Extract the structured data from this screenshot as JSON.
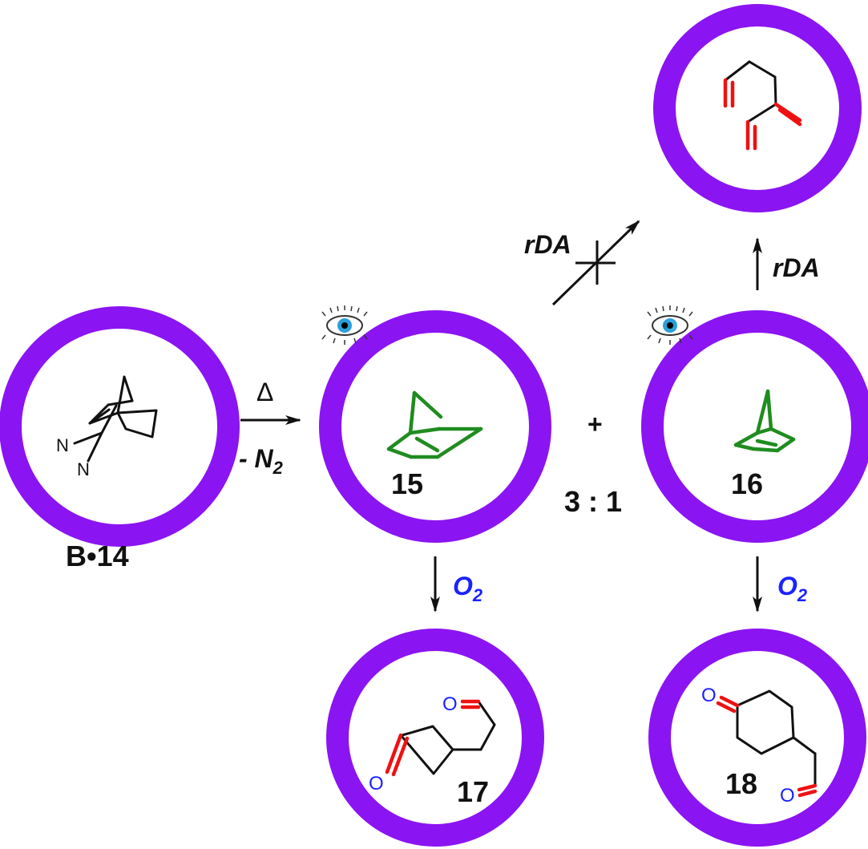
{
  "colors": {
    "capsule_ring": "#8b14f2",
    "product_skeleton": "#1f8c1f",
    "new_double_bond": "#ee1111",
    "oxygen": "#1a22ff",
    "text": "#111111"
  },
  "compounds": {
    "b14": {
      "label": "B•14",
      "atom_n1": "N",
      "atom_n2": "N"
    },
    "c15": {
      "label": "15"
    },
    "c16": {
      "label": "16"
    },
    "c17": {
      "label": "17",
      "atom_o1": "O",
      "atom_o2": "O"
    },
    "c18": {
      "label": "18",
      "atom_o1": "O",
      "atom_o2": "O"
    },
    "triene": {
      "label": ""
    }
  },
  "conditions": {
    "heat": {
      "symbol": "Δ",
      "loss_prefix": "- N",
      "loss_sub": "2"
    },
    "rda_blocked": {
      "label": "rDA"
    },
    "rda": {
      "label": "rDA"
    },
    "oxidation_15": {
      "label": "O",
      "sub": "2"
    },
    "oxidation_16": {
      "label": "O",
      "sub": "2"
    }
  },
  "relations": {
    "plus": "+",
    "ratio": "3 : 1"
  },
  "icons": {
    "observer": "eye-icon"
  }
}
